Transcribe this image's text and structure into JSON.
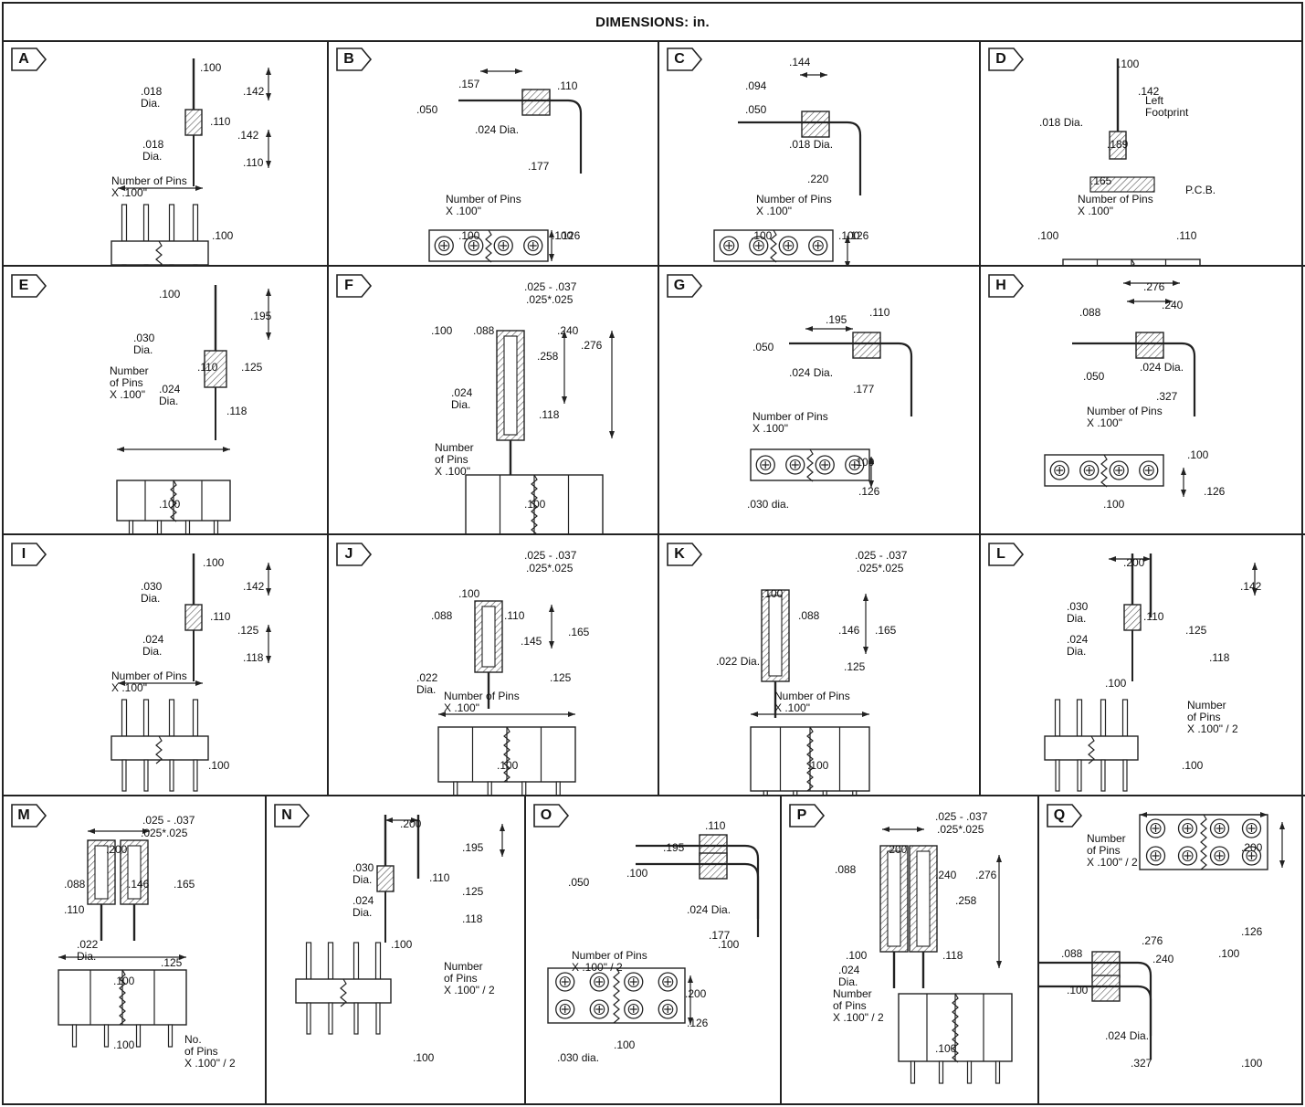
{
  "header": {
    "title": "DIMENSIONS: in."
  },
  "colors": {
    "line": "#222222",
    "hatch": "#555555",
    "background": "#ffffff"
  },
  "panels": {
    "A": {
      "letter": "A",
      "labels": [
        ".018\nDia.",
        ".100",
        ".142",
        ".110",
        ".142",
        ".018\nDia.",
        ".110",
        "Number of Pins\nX .100\"",
        ".100"
      ]
    },
    "B": {
      "letter": "B",
      "labels": [
        ".157",
        ".110",
        ".050",
        ".024 Dia.",
        ".177",
        "Number of Pins\nX .100\"",
        ".100",
        ".126",
        ".100"
      ]
    },
    "C": {
      "letter": "C",
      "labels": [
        ".144",
        ".094",
        ".050",
        ".018 Dia.",
        ".220",
        "Number of Pins\nX .100\"",
        ".100",
        ".126",
        ".100"
      ]
    },
    "D": {
      "letter": "D",
      "labels": [
        ".100",
        ".142",
        "Left\nFootprint",
        ".018 Dia.",
        ".189",
        ".165",
        "P.C.B.",
        "Number of Pins\nX .100\"",
        ".110",
        ".100"
      ]
    },
    "E": {
      "letter": "E",
      "labels": [
        ".100",
        ".195",
        ".030\nDia.",
        ".110",
        ".125",
        "Number\nof Pins\nX .100\"",
        ".024\nDia.",
        ".118",
        ".100"
      ]
    },
    "F": {
      "letter": "F",
      "labels": [
        ".025 - .037",
        ".025*.025",
        ".100",
        ".088",
        ".240",
        ".258",
        ".276",
        ".024\nDia.",
        ".118",
        "Number\nof Pins\nX .100\"",
        ".100"
      ]
    },
    "G": {
      "letter": "G",
      "labels": [
        ".195",
        ".110",
        ".050",
        ".024 Dia.",
        ".177",
        "Number of Pins\nX .100\"",
        ".100",
        ".126",
        ".030 dia."
      ]
    },
    "H": {
      "letter": "H",
      "labels": [
        ".276",
        ".240",
        ".088",
        ".050",
        ".024 Dia.",
        ".327",
        "Number of Pins\nX .100\"",
        ".100",
        ".126",
        ".100"
      ]
    },
    "I": {
      "letter": "I",
      "labels": [
        ".030\nDia.",
        ".100",
        ".142",
        ".110",
        ".125",
        ".024\nDia.",
        ".118",
        "Number of Pins\nX .100\"",
        ".100"
      ]
    },
    "J": {
      "letter": "J",
      "labels": [
        ".025 - .037",
        ".025*.025",
        ".100",
        ".088",
        ".110",
        ".145",
        ".165",
        ".022\nDia.",
        ".125",
        "Number of Pins\nX .100\"",
        ".100"
      ]
    },
    "K": {
      "letter": "K",
      "labels": [
        ".025 - .037",
        ".025*.025",
        ".100",
        ".088",
        ".146",
        ".165",
        ".022 Dia.",
        ".125",
        "Number of Pins\nX .100\"",
        ".100"
      ]
    },
    "L": {
      "letter": "L",
      "labels": [
        ".200",
        ".142",
        ".030\nDia.",
        ".110",
        ".125",
        ".024\nDia.",
        ".118",
        ".100",
        "Number\nof Pins\nX .100\" / 2",
        ".100"
      ]
    },
    "M": {
      "letter": "M",
      "labels": [
        ".025 - .037",
        ".025*.025",
        ".200",
        ".088",
        ".146",
        ".165",
        ".110",
        ".022\nDia.",
        ".125",
        ".100",
        "No.\nof Pins\nX .100\" / 2",
        ".100"
      ]
    },
    "N": {
      "letter": "N",
      "labels": [
        ".200",
        ".195",
        ".030\nDia.",
        ".110",
        ".125",
        ".024\nDia.",
        ".118",
        ".100",
        "Number\nof Pins\nX .100\" / 2",
        ".100"
      ]
    },
    "O": {
      "letter": "O",
      "labels": [
        ".195",
        ".110",
        ".100",
        ".050",
        ".024 Dia.",
        ".177",
        ".100",
        "Number of Pins\nX .100\" / 2",
        ".200",
        ".126",
        ".100",
        ".030 dia."
      ]
    },
    "P": {
      "letter": "P",
      "labels": [
        ".025 - .037",
        ".025*.025",
        ".200",
        ".088",
        ".240",
        ".258",
        ".276",
        ".100",
        ".024\nDia.",
        ".118",
        "Number\nof Pins\nX .100\" / 2",
        ".100"
      ]
    },
    "Q": {
      "letter": "Q",
      "labels": [
        "Number\nof Pins\nX .100\" / 2",
        ".200",
        ".126",
        ".100",
        ".276",
        ".088",
        ".240",
        ".100",
        ".024 Dia.",
        ".327",
        ".100"
      ]
    }
  }
}
